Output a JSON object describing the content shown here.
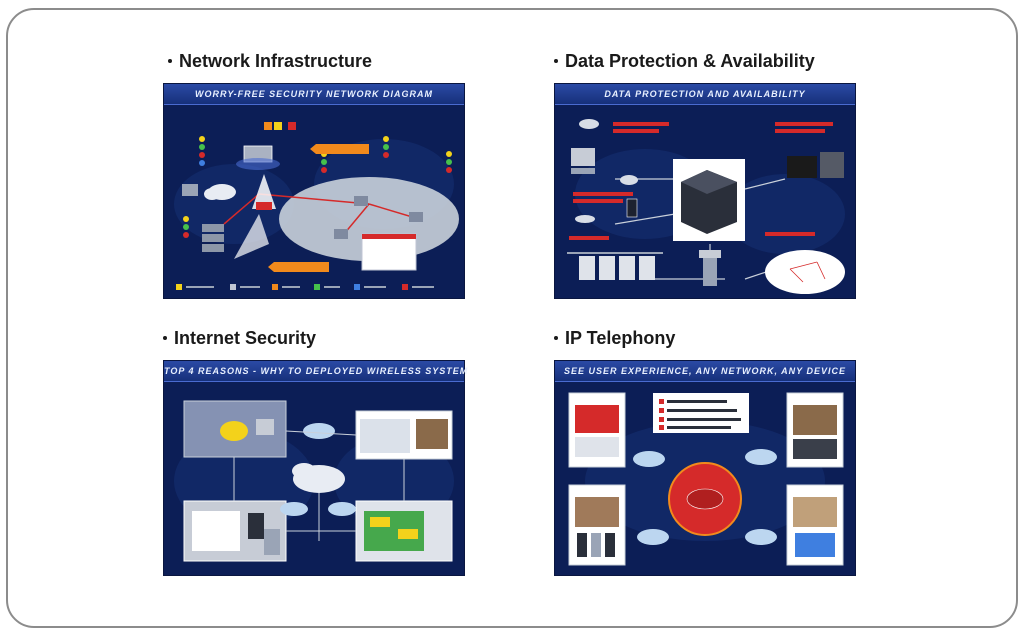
{
  "panels": [
    {
      "heading": "Network Infrastructure",
      "banner": "WORRY-FREE SECURITY NETWORK DIAGRAM",
      "icons": [
        "shield-icon",
        "server-icon",
        "cloud-icon",
        "firewall-icon"
      ]
    },
    {
      "heading": "Data Protection & Availability",
      "banner": "DATA PROTECTION AND AVAILABILITY",
      "icons": [
        "storage-array-icon",
        "camera-icon",
        "server-rack-icon"
      ]
    },
    {
      "heading": "Internet Security",
      "banner": "TOP 4 REASONS - WHY TO DEPLOYED WIRELESS SYSTEM",
      "icons": [
        "cloud-icon",
        "laptop-icon",
        "phone-icon"
      ]
    },
    {
      "heading": "IP Telephony",
      "banner": "SEE USER EXPERIENCE, ANY NETWORK, ANY DEVICE",
      "icons": [
        "phone-icon",
        "cloud-icon",
        "video-icon"
      ]
    }
  ],
  "colors": {
    "poster_bg": "#0c1e56",
    "banner_bg": "#2b4aa5",
    "accent_orange": "#f28a1c",
    "accent_red": "#d52a2a",
    "frame_border": "#8c8c8c"
  }
}
